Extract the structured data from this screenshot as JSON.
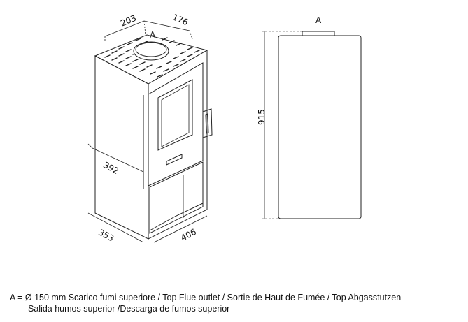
{
  "dimensions": {
    "top_depth": "203",
    "top_width": "176",
    "marker_top": "A",
    "marker_side": "A",
    "inner_depth": "392",
    "base_depth": "353",
    "base_width": "406",
    "height": "915"
  },
  "legend": {
    "line1": "A = Ø 150 mm  Scarico fumi superiore / Top Flue outlet / Sortie de Haut de Fumée / Top Abgasstutzen",
    "line2": "Salida humos superior /Descarga de fumos superior"
  }
}
